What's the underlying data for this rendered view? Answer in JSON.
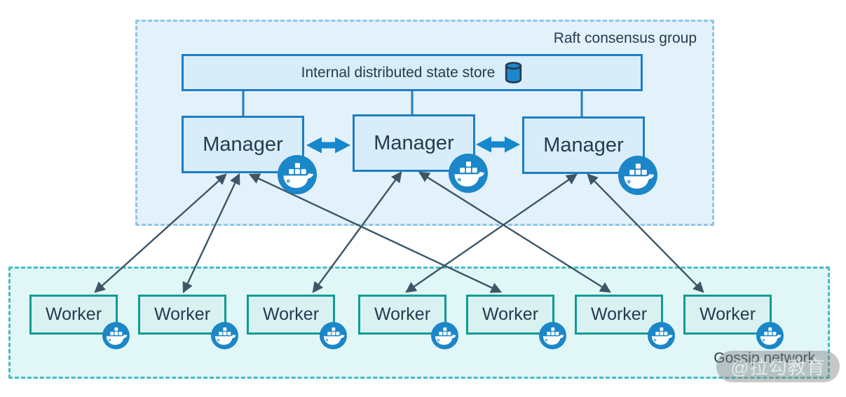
{
  "diagram": {
    "raft_group": {
      "label": "Raft consensus group",
      "state_store": {
        "label": "Internal distributed state store"
      },
      "managers": [
        {
          "id": "manager-1",
          "label": "Manager"
        },
        {
          "id": "manager-2",
          "label": "Manager"
        },
        {
          "id": "manager-3",
          "label": "Manager"
        }
      ]
    },
    "gossip_group": {
      "label": "Gossip network",
      "workers": [
        {
          "id": "worker-1",
          "label": "Worker"
        },
        {
          "id": "worker-2",
          "label": "Worker"
        },
        {
          "id": "worker-3",
          "label": "Worker"
        },
        {
          "id": "worker-4",
          "label": "Worker"
        },
        {
          "id": "worker-5",
          "label": "Worker"
        },
        {
          "id": "worker-6",
          "label": "Worker"
        },
        {
          "id": "worker-7",
          "label": "Worker"
        }
      ]
    },
    "watermark": {
      "text": "@拉勾教育"
    },
    "connections": {
      "style": "bidirectional-arrows",
      "state_store_links": [
        "state-store:manager-1",
        "state-store:manager-2",
        "state-store:manager-3"
      ],
      "manager_peer_links": [
        "manager-1:manager-2",
        "manager-2:manager-3"
      ],
      "manager_worker_links": [
        {
          "from": "manager-1",
          "to": "worker-1"
        },
        {
          "from": "manager-1",
          "to": "worker-2"
        },
        {
          "from": "manager-1",
          "to": "worker-5"
        },
        {
          "from": "manager-2",
          "to": "worker-3"
        },
        {
          "from": "manager-2",
          "to": "worker-6"
        },
        {
          "from": "manager-3",
          "to": "worker-4"
        },
        {
          "from": "manager-3",
          "to": "worker-7"
        }
      ]
    },
    "icons": {
      "docker_whale": "docker-whale-icon",
      "database": "database-cylinder-icon"
    },
    "colors": {
      "manager_border": "#1b7fc4",
      "manager_fill": "#d9ecf9",
      "raft_fill": "#e3f1fb",
      "raft_border": "#8ec6e8",
      "worker_border": "#0f9c94",
      "worker_fill": "#d9f2f1",
      "gossip_fill": "#e1f6f7",
      "gossip_border": "#44bcc4",
      "peer_arrow": "#1588ce",
      "link_arrow": "#3c5666",
      "whale_badge": "#1b86c8",
      "text": "#243c50"
    }
  }
}
